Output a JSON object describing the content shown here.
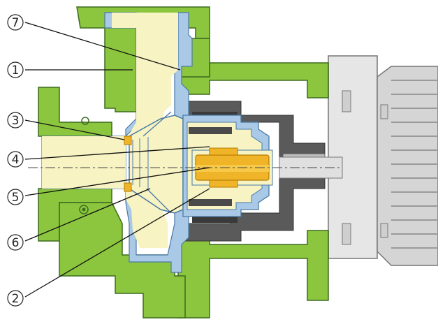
{
  "callouts": [
    {
      "id": "7",
      "label": "7"
    },
    {
      "id": "1",
      "label": "1"
    },
    {
      "id": "3",
      "label": "3"
    },
    {
      "id": "4",
      "label": "4"
    },
    {
      "id": "5",
      "label": "5"
    },
    {
      "id": "6",
      "label": "6"
    },
    {
      "id": "2",
      "label": "2"
    }
  ],
  "colors": {
    "casing": "#8cc63f",
    "casing_edge": "#3d6b1f",
    "liner": "#a9c9e6",
    "liquid": "#f7f3c2",
    "bearing": "#f0b429",
    "magnet_outer": "#555555",
    "motor": "#d9d9d9"
  }
}
